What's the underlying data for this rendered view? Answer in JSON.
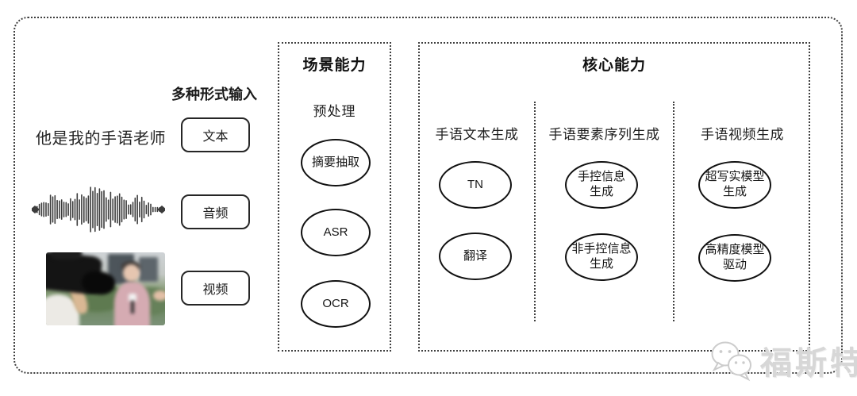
{
  "colors": {
    "line": "#3f3f3f",
    "node_border": "#111111",
    "text": "#1c1c1c",
    "watermark": "#d7d7d7"
  },
  "input_section": {
    "label": "多种形式输入",
    "sample_text": "他是我的手语老师",
    "items": [
      {
        "label": "文本"
      },
      {
        "label": "音频"
      },
      {
        "label": "视频"
      }
    ]
  },
  "scene_panel": {
    "title": "场景能力",
    "subtitle": "预处理",
    "nodes": [
      "摘要抽取",
      "ASR",
      "OCR"
    ]
  },
  "core_panel": {
    "title": "核心能力",
    "columns": [
      {
        "header": "手语文本生成",
        "nodes": [
          "TN",
          "翻译"
        ]
      },
      {
        "header": "手语要素序列生成",
        "nodes": [
          "手控信息\n生成",
          "非手控信息\n生成"
        ]
      },
      {
        "header": "手语视频生成",
        "nodes": [
          "超写实模型\n生成",
          "高精度模型\n驱动"
        ]
      }
    ]
  },
  "watermark": {
    "text": "福斯特",
    "logo_icon": "chat-bubbles-logo"
  }
}
